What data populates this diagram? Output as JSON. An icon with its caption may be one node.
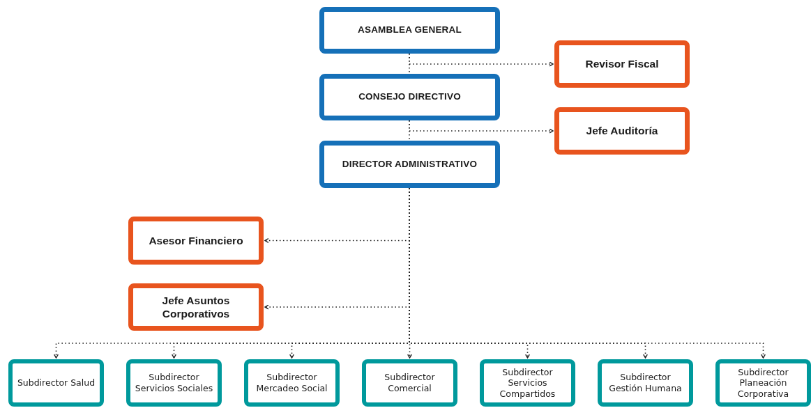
{
  "diagram": {
    "nodes": [
      {
        "text": [
          "ASAMBLEA GENERAL"
        ]
      },
      {
        "text": [
          "Revisor Fiscal"
        ]
      },
      {
        "text": [
          "CONSEJO DIRECTIVO"
        ]
      },
      {
        "text": [
          "Jefe Auditoría"
        ]
      },
      {
        "text": [
          "DIRECTOR ADMINISTRATIVO"
        ]
      },
      {
        "text": [
          "Asesor Financiero"
        ]
      },
      {
        "text": [
          "Jefe Asuntos Corporativos"
        ]
      },
      {
        "text": [
          "Subdirector Salud"
        ]
      },
      {
        "text": [
          "Subdirector Servicios Sociales"
        ]
      },
      {
        "text": [
          "Subdirector Mercadeo Social"
        ]
      },
      {
        "text": [
          "Subdirector Comercial"
        ]
      },
      {
        "text": [
          "Subdirector Servicios Compartidos"
        ]
      },
      {
        "text": [
          "Subdirector Gestión Humana"
        ]
      },
      {
        "text": [
          "Subdirector Planeación Corporativa"
        ]
      }
    ],
    "edges": [
      {
        "from": 0,
        "to": 2,
        "arrow": "none",
        "style": "dashed"
      },
      {
        "from": 0,
        "to": 1,
        "arrow": "to",
        "style": "dashed"
      },
      {
        "from": 2,
        "to": 4,
        "arrow": "none",
        "style": "dashed"
      },
      {
        "from": 2,
        "to": 3,
        "arrow": "to",
        "style": "dashed"
      },
      {
        "from": 4,
        "to": 5,
        "arrow": "to",
        "style": "dashed"
      },
      {
        "from": 4,
        "to": 6,
        "arrow": "to",
        "style": "dashed"
      },
      {
        "from": 4,
        "to": 7,
        "arrow": "to",
        "style": "dashed"
      },
      {
        "from": 4,
        "to": 8,
        "arrow": "to",
        "style": "dashed"
      },
      {
        "from": 4,
        "to": 9,
        "arrow": "to",
        "style": "dashed"
      },
      {
        "from": 4,
        "to": 10,
        "arrow": "to",
        "style": "dashed"
      },
      {
        "from": 4,
        "to": 11,
        "arrow": "to",
        "style": "dashed"
      },
      {
        "from": 4,
        "to": 12,
        "arrow": "to",
        "style": "dashed"
      },
      {
        "from": 4,
        "to": 13,
        "arrow": "to",
        "style": "dashed"
      }
    ]
  }
}
